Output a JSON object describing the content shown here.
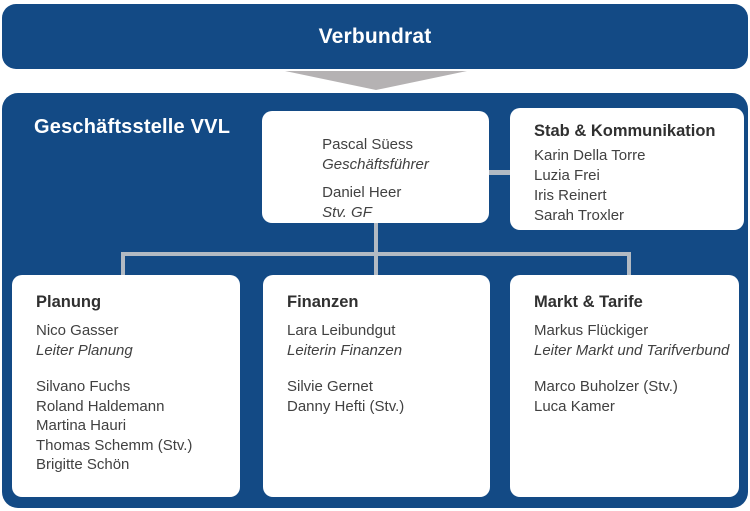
{
  "banner": {
    "title": "Verbundrat"
  },
  "container": {
    "title": "Geschäftsstelle VVL"
  },
  "management": {
    "entries": [
      {
        "name": "Pascal Süess",
        "role": "Geschäftsführer"
      },
      {
        "name": "Daniel Heer",
        "role": "Stv. GF"
      }
    ]
  },
  "staff": {
    "title": "Stab & Kommunikation",
    "members": [
      "Karin Della Torre",
      "Luzia Frei",
      "Iris Reinert",
      "Sarah Troxler"
    ]
  },
  "departments": [
    {
      "title": "Planung",
      "lead": "Nico Gasser",
      "lead_role": "Leiter Planung",
      "members": [
        "Silvano Fuchs",
        "Roland Haldemann",
        "Martina Hauri",
        "Thomas Schemm (Stv.)",
        "Brigitte Schön"
      ]
    },
    {
      "title": "Finanzen",
      "lead": "Lara Leibundgut",
      "lead_role": "Leiterin Finanzen",
      "members": [
        "Silvie Gernet",
        "Danny Hefti (Stv.)"
      ]
    },
    {
      "title": "Markt & Tarife",
      "lead": "Markus Flückiger",
      "lead_role": "Leiter Markt und Tarifverbund",
      "members": [
        "Marco Buholzer (Stv.)",
        "Luca Kamer"
      ]
    }
  ],
  "colors": {
    "brand_blue": "#134a85",
    "connector_gray": "#b2bac3",
    "arrow_gray": "#b5b2b3",
    "box_background": "#ffffff",
    "box_text": "#414141",
    "box_heading": "#303030",
    "banner_text": "#ffffff"
  }
}
